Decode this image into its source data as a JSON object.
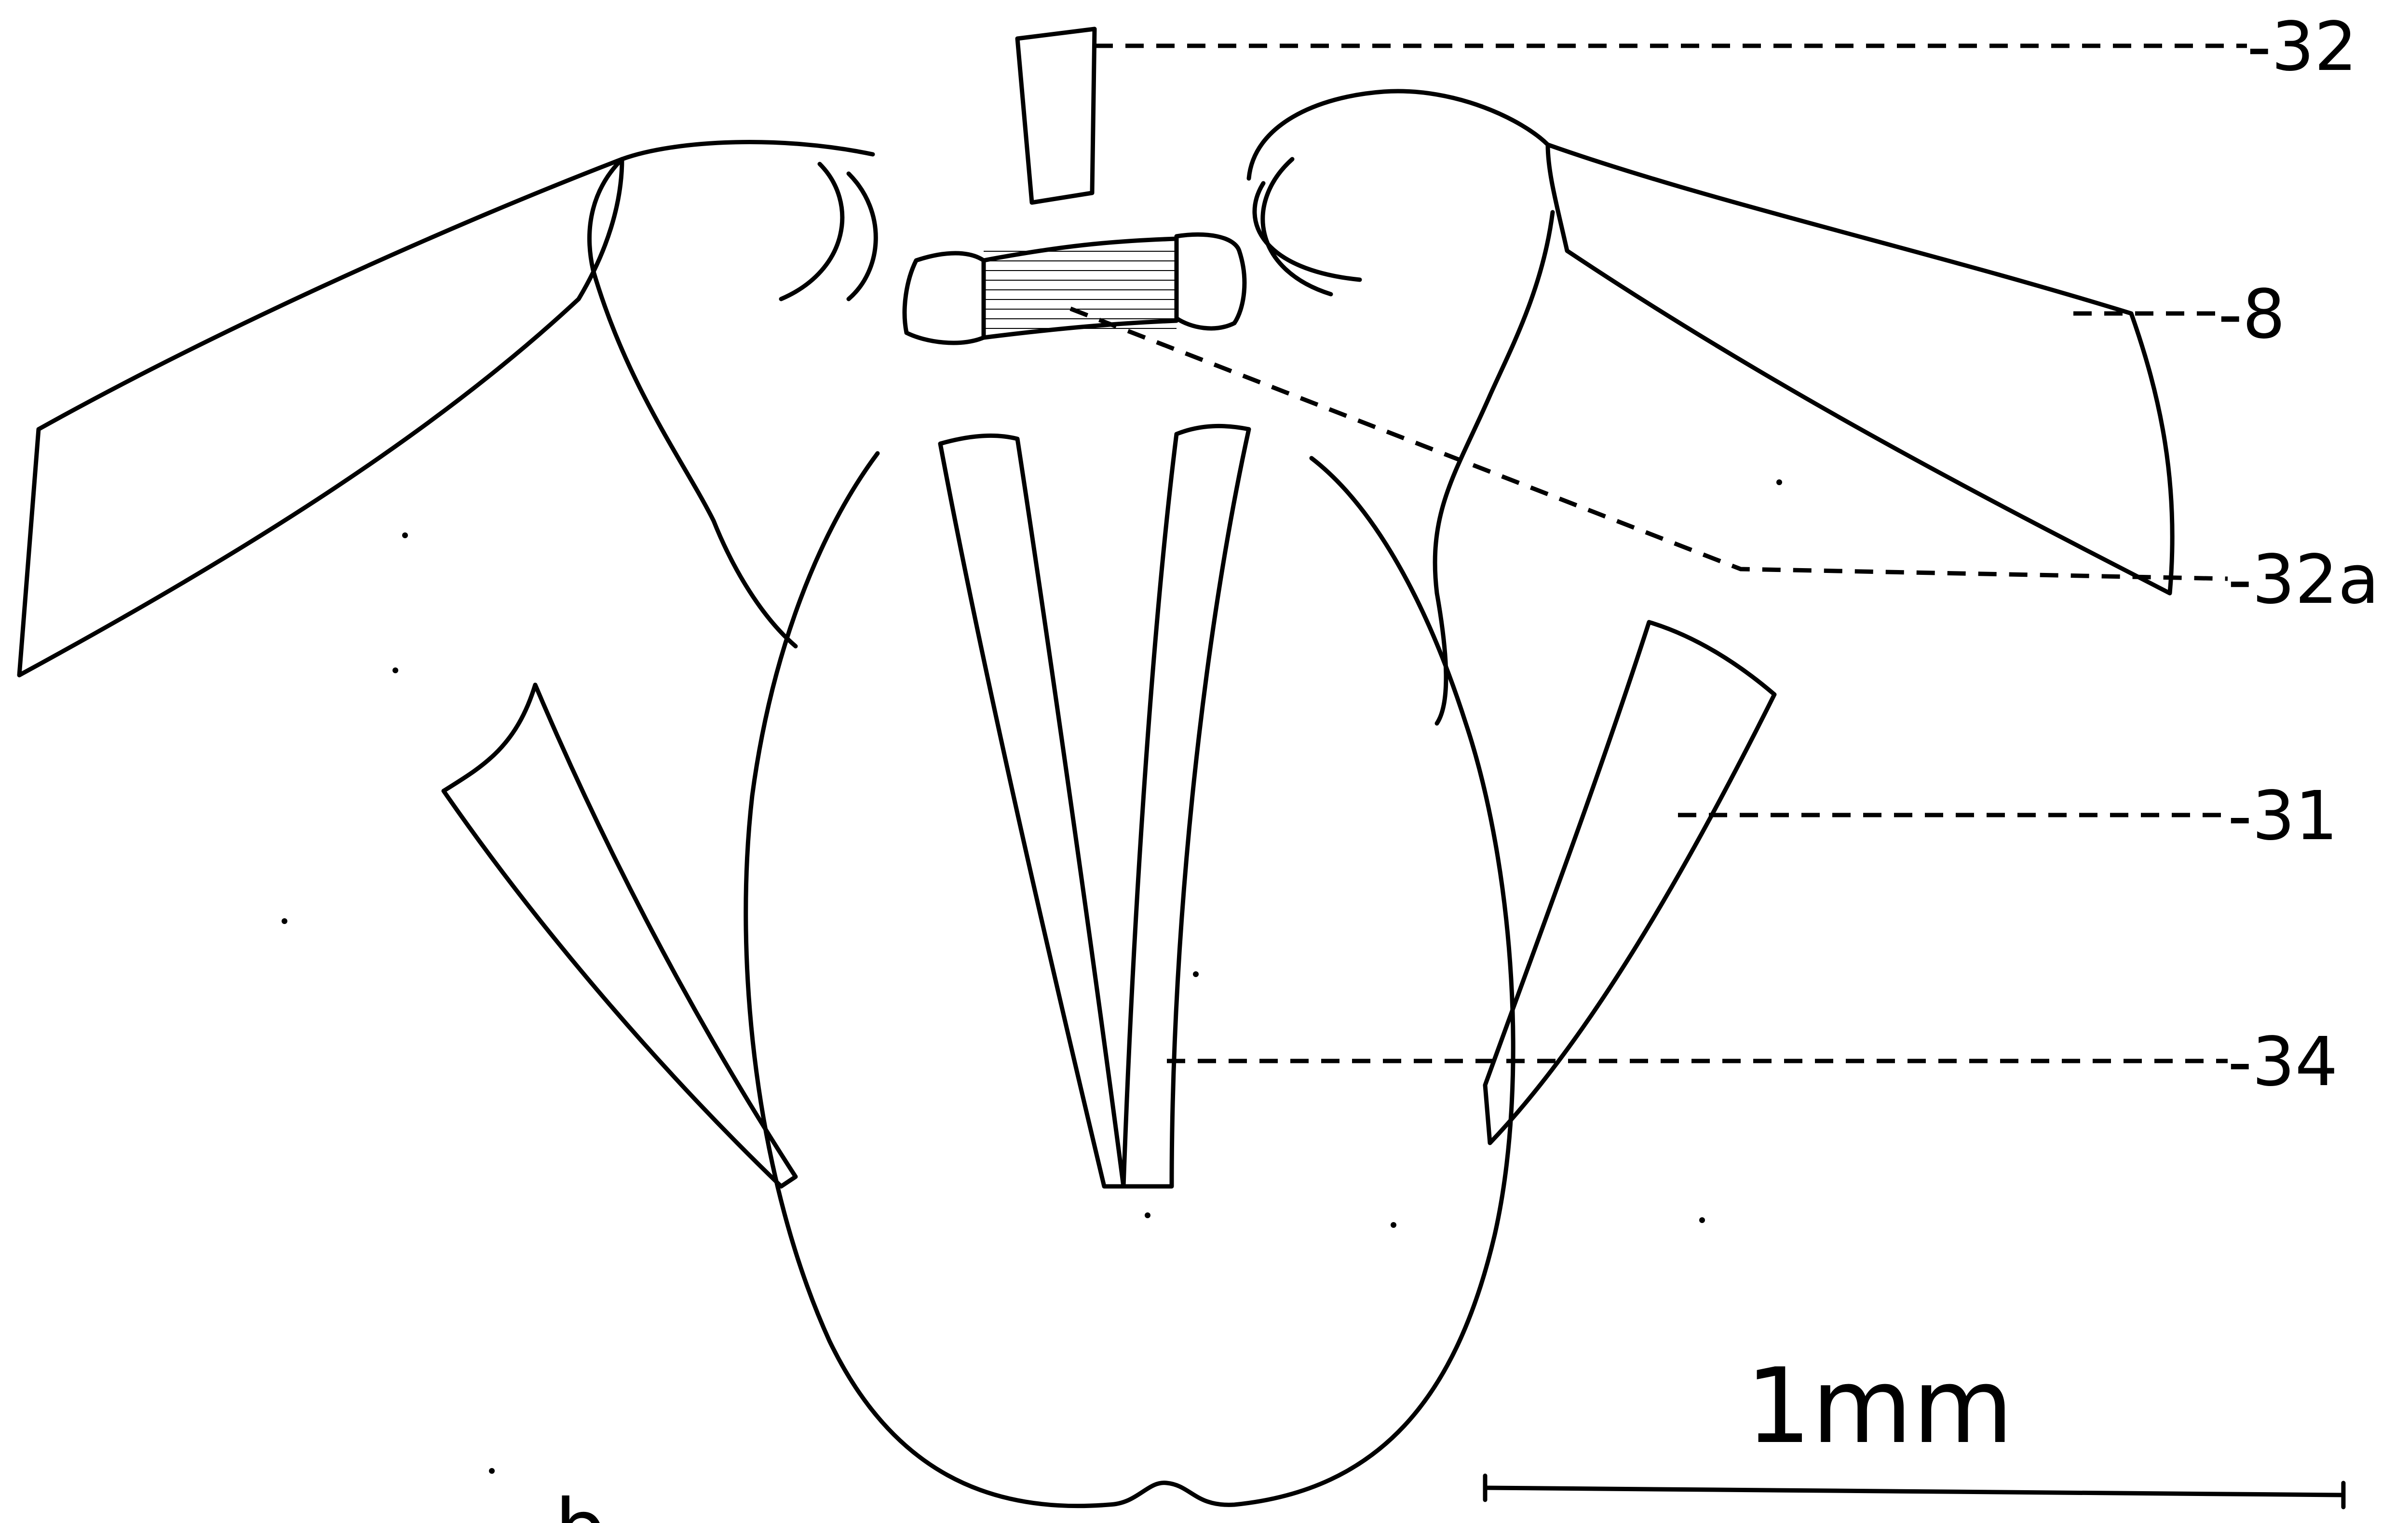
{
  "labels": {
    "l32": "-32",
    "l8": "-8",
    "l32a": "-32a",
    "l31": "-31",
    "l34": "-34"
  },
  "scale_bar": {
    "text": "1mm"
  },
  "figure_letter": "b",
  "colors": {
    "ink": "#000000",
    "paper": "#ffffff"
  }
}
